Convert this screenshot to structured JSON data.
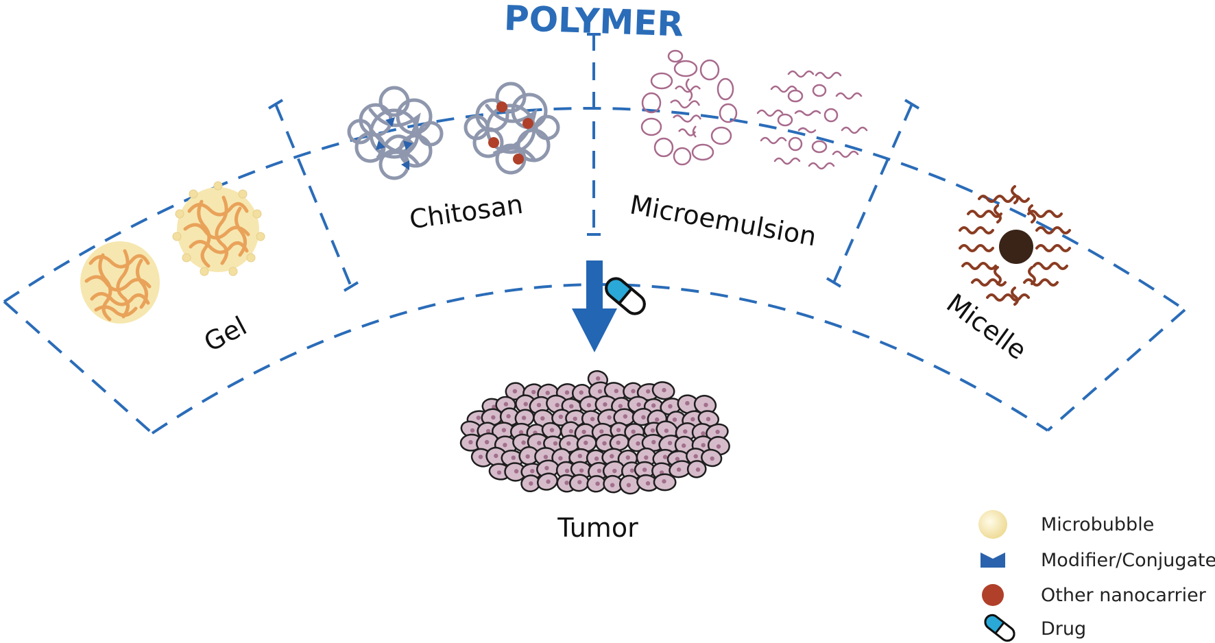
{
  "title": "POLYMER",
  "segments": {
    "gel": "Gel",
    "chitosan": "Chitosan",
    "microemulsion": "Microemulsion",
    "micelle": "Micelle"
  },
  "target": "Tumor",
  "legend": {
    "microbubble": "Microbubble",
    "modifier": "Modifier/Conjugate",
    "nanocarrier": "Other nanocarrier",
    "drug": "Drug"
  },
  "colors": {
    "frame": "#2a6cb8",
    "title": "#2a6cb8",
    "arrow": "#2366b4",
    "microbubble": "#f6e7b0",
    "gel_fiber": "#e9a25a",
    "chitosan_fiber": "#8e97ad",
    "modifier": "#2a62ad",
    "nanocarrier": "#b0402a",
    "microemulsion": "#a86a8c",
    "micelle": "#8a3c22",
    "micelle_core": "#3a2418",
    "tumor_cell": "#d6bccb",
    "tumor_nucleus": "#a2708c",
    "drug_blue": "#2aa8d8"
  }
}
